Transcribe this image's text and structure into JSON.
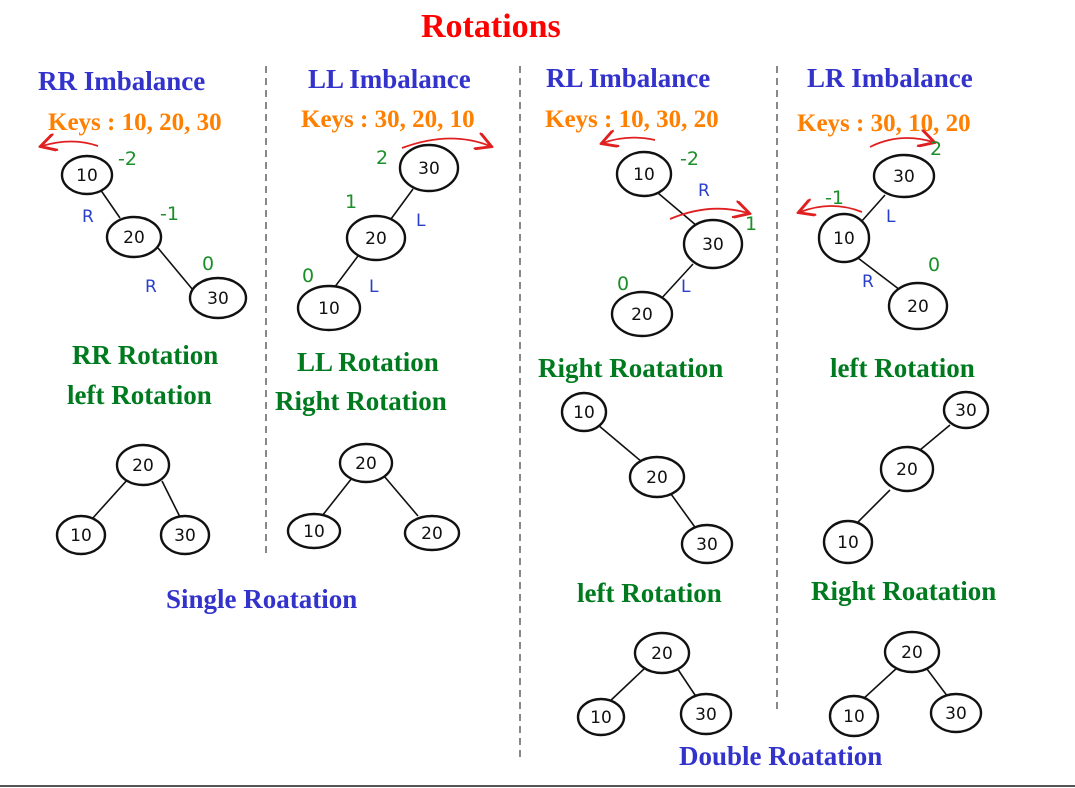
{
  "title": "Rotations",
  "columns": [
    {
      "heading": "RR Imbalance",
      "keys": "Keys : 10, 20, 30",
      "rotation_line1": "RR Rotation",
      "rotation_line2": "left Rotation"
    },
    {
      "heading": "LL Imbalance",
      "keys": "Keys : 30, 20, 10",
      "rotation_line1": "LL Rotation",
      "rotation_line2": "Right Rotation"
    },
    {
      "heading": "RL Imbalance",
      "keys": "Keys : 10, 30, 20",
      "step1": "Right Roatation",
      "step2": "left Rotation"
    },
    {
      "heading": "LR Imbalance",
      "keys": "Keys : 30, 10, 20",
      "step1": "left Rotation",
      "step2": "Right Roatation"
    }
  ],
  "footer": {
    "single": "Single Roatation",
    "double": "Double Roatation"
  },
  "annotations": {
    "bf_m2": "-2",
    "bf_m1": "-1",
    "bf_2": "2",
    "bf_1": "1",
    "bf_0": "0",
    "dir_r": "R",
    "dir_l": "L"
  },
  "node_values": {
    "n10": "10",
    "n20": "20",
    "n30": "30"
  },
  "colors": {
    "title": "#ff0000",
    "heading": "#3333cc",
    "keys": "#ff8000",
    "rotation": "#007a1f",
    "arrow": "#e02020"
  }
}
